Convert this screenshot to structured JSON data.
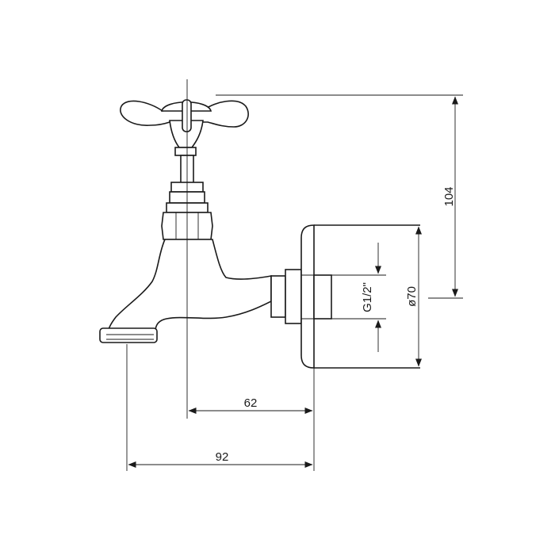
{
  "dimensions": {
    "height": "104",
    "wall_plate_diameter": "ø70",
    "thread": "G1/2\"",
    "reach_center": "62",
    "reach_outlet": "92"
  },
  "colors": {
    "line": "#1a1a1a",
    "background": "#ffffff"
  }
}
